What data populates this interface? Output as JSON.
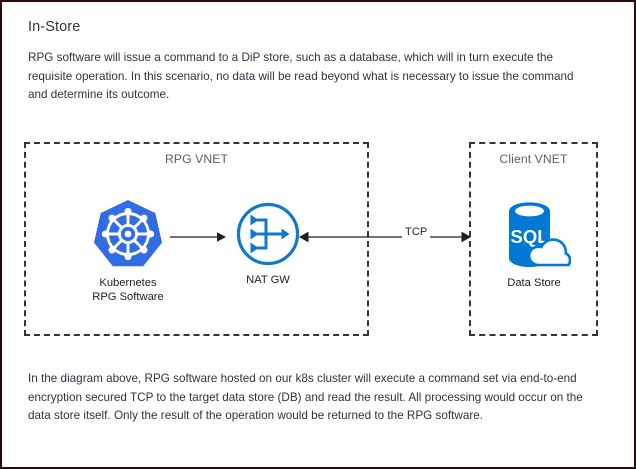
{
  "page": {
    "title": "In-Store",
    "intro_paragraph": "RPG software will issue a command to a DiP store, such as a database, which will in turn execute the requisite operation. In this scenario, no data will be read beyond what is necessary to issue the command and determine its outcome.",
    "closing_paragraph": "In the diagram above, RPG software hosted on our k8s cluster will execute a command set via end-to-end encryption secured TCP to the target data store (DB) and read the result. All processing would occur on the data store itself. Only the result of the operation would be returned to the RPG software."
  },
  "diagram": {
    "type": "network-architecture",
    "zones": [
      {
        "id": "rpg-vnet",
        "label": "RPG VNET"
      },
      {
        "id": "client-vnet",
        "label": "Client VNET"
      }
    ],
    "nodes": [
      {
        "id": "kubernetes",
        "icon": "kubernetes-icon",
        "label_line1": "Kubernetes",
        "label_line2": "RPG Software",
        "zone": "rpg-vnet"
      },
      {
        "id": "nat-gateway",
        "icon": "nat-gateway-icon",
        "label_line1": "NAT GW",
        "label_line2": "",
        "zone": "rpg-vnet"
      },
      {
        "id": "data-store",
        "icon": "sql-database-icon",
        "icon_text": "SQL",
        "label_line1": "Data Store",
        "label_line2": "",
        "zone": "client-vnet"
      }
    ],
    "connections": [
      {
        "id": "k8s-to-nat",
        "from": "kubernetes",
        "to": "nat-gateway",
        "label": "",
        "direction": "forward"
      },
      {
        "id": "nat-to-datastore",
        "from": "nat-gateway",
        "to": "data-store",
        "label": "TCP",
        "direction": "bidirectional"
      }
    ]
  },
  "colors": {
    "kubernetes_blue": "#326CE5",
    "azure_blue": "#0078D4",
    "nat_blue": "#1278CE",
    "border_dark": "#2E3440",
    "frame_dark": "#2A0B0B",
    "text_dark": "#2E3440",
    "text_muted": "#596070"
  }
}
